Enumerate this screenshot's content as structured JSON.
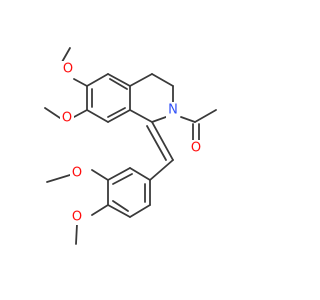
{
  "molecule": {
    "colors": {
      "bond": "#3a3a3a",
      "oxygen": "#ff0d0d",
      "nitrogen": "#3050f8",
      "background": "#ffffff"
    },
    "atoms": [
      {
        "id": "o_top",
        "symbol": "O",
        "element": "oxygen"
      },
      {
        "id": "o_mid",
        "symbol": "O",
        "element": "oxygen"
      },
      {
        "id": "n_ring",
        "symbol": "N",
        "element": "nitrogen"
      },
      {
        "id": "o_carbonyl",
        "symbol": "O",
        "element": "oxygen"
      },
      {
        "id": "o_aryl_meta",
        "symbol": "O",
        "element": "oxygen"
      },
      {
        "id": "o_aryl_para",
        "symbol": "O",
        "element": "oxygen"
      }
    ]
  }
}
